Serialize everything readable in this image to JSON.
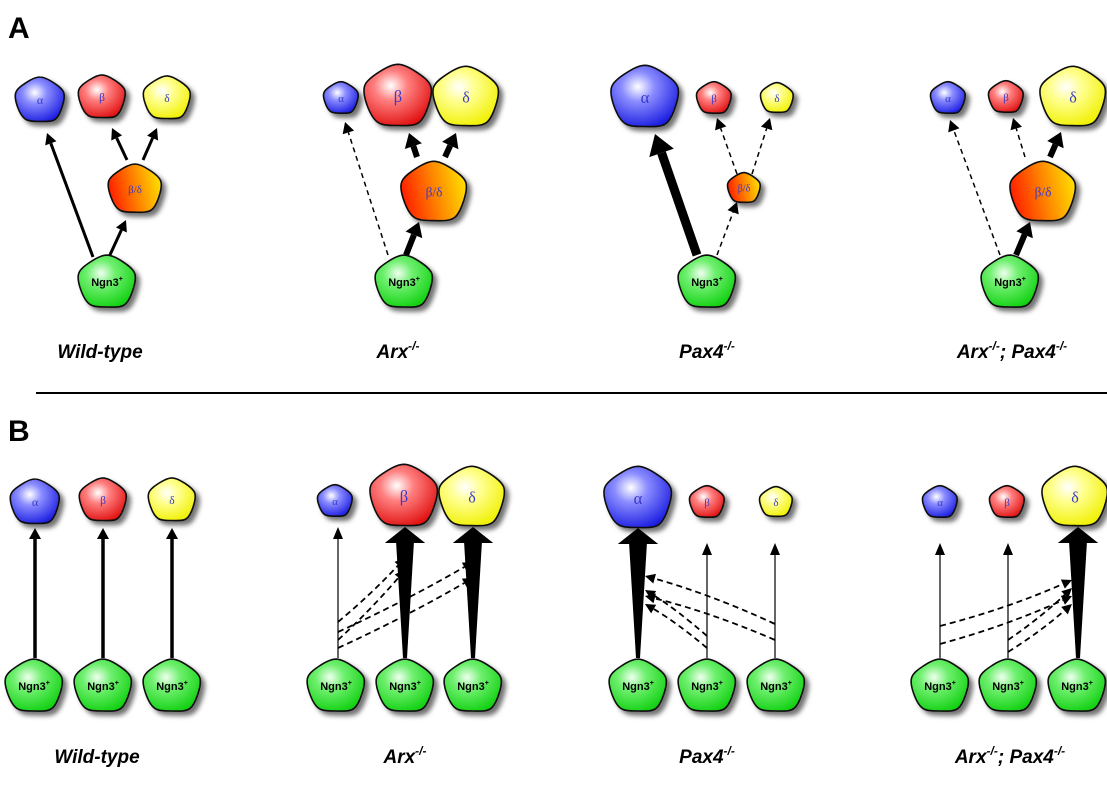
{
  "panels": {
    "A": {
      "letter": "A"
    },
    "B": {
      "letter": "B"
    }
  },
  "cell_labels": {
    "alpha": "α",
    "beta": "β",
    "delta": "δ",
    "beta_delta": "β/δ",
    "ngn3": "Ngn3",
    "ngn3_sup": "+"
  },
  "genotypes": [
    {
      "name": "Wild-type",
      "sup": ""
    },
    {
      "name": "Arx",
      "sup": "-/-"
    },
    {
      "name": "Pax4",
      "sup": "-/-"
    },
    {
      "name": "Arx",
      "sup": "-/-",
      "name2": "; Pax4",
      "sup2": "-/-"
    }
  ],
  "colors": {
    "alpha": "#2a2cf0",
    "beta": "#ee1c1c",
    "delta": "#f2f200",
    "ngn3": "#18e018",
    "precursor_from": "#ff2a00",
    "precursor_to": "#ffd000",
    "cell_label_text": "#3a3ac8",
    "outline": "#111111"
  }
}
